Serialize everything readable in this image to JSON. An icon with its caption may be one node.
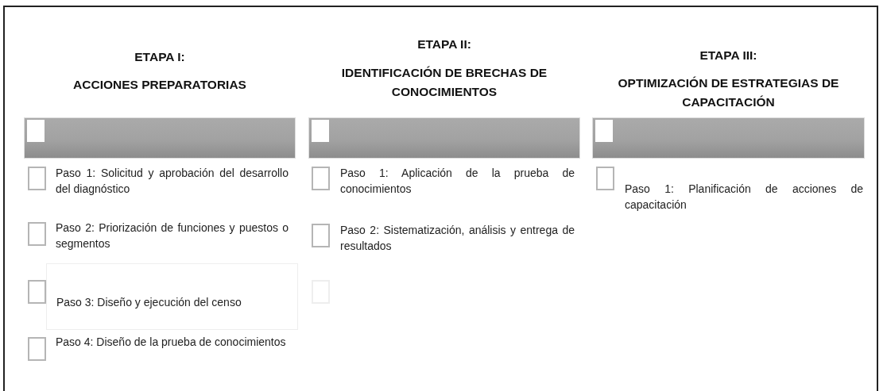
{
  "diagram": {
    "nodes": [
      {
        "text": [
          "ETAPA I:",
          "ACCIONES PREPARATORIAS"
        ]
      },
      {
        "text": [
          "ETAPA II:",
          "IDENTIFICACIÓN DE BRECHAS DE CONOCIMIENTOS"
        ]
      },
      {
        "text": [
          "ETAPA III:",
          "OPTIMIZACIÓN DE ESTRATEGIAS DE CAPACITACIÓN"
        ]
      },
      {
        "text": [
          "Paso 3: Diseño y ejecución del censo"
        ]
      }
    ],
    "labels": [
      "Paso 1: Solicitud y aprobación del desarrollo del diagnóstico",
      "Paso 2: Priorización de funciones y puestos o segmentos",
      "Paso 4: Diseño de la prueba de conocimientos",
      "Paso 1: Aplicación de la prueba de conocimientos",
      "Paso 2: Sistematización, análisis y entrega de resultados",
      "Paso 1: Planificación de acciones de capacitación"
    ]
  }
}
